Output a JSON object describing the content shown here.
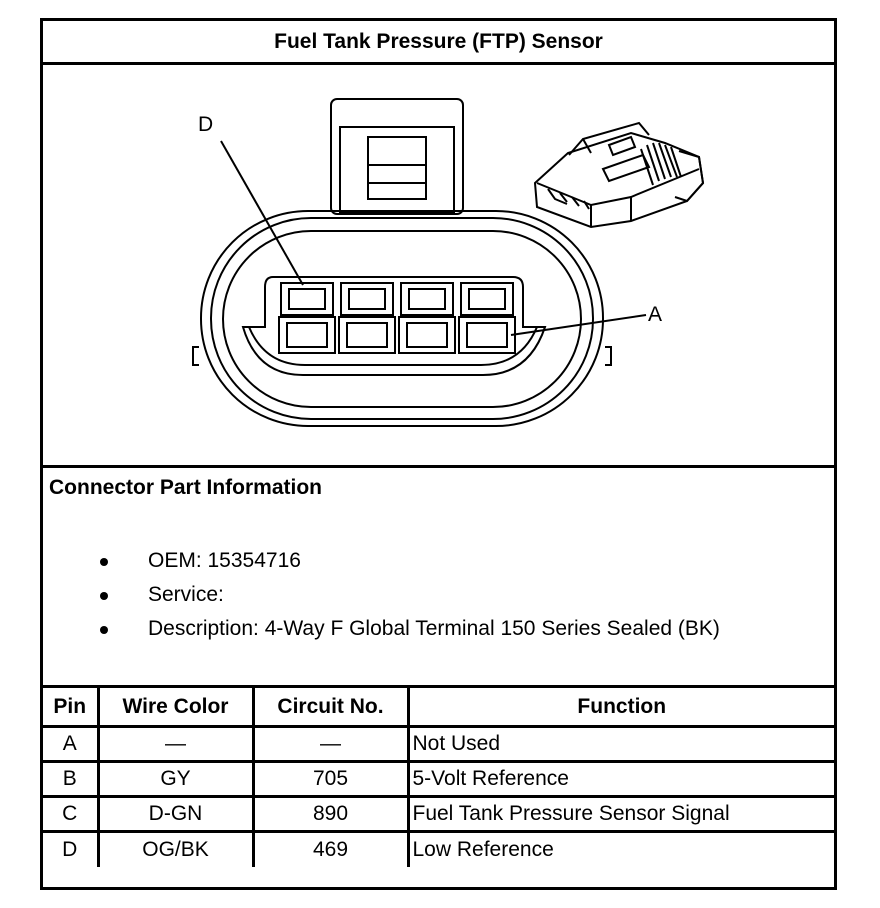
{
  "title": "Fuel Tank Pressure (FTP) Sensor",
  "diagram": {
    "pin_labels": {
      "d": "D",
      "a": "A"
    }
  },
  "connector_info": {
    "heading": "Connector Part Information",
    "items": [
      "OEM: 15354716",
      "Service:",
      "Description: 4-Way F Global Terminal 150 Series Sealed (BK)"
    ]
  },
  "table": {
    "headers": [
      "Pin",
      "Wire Color",
      "Circuit No.",
      "Function"
    ],
    "rows": [
      [
        "A",
        "—",
        "—",
        "Not Used"
      ],
      [
        "B",
        "GY",
        "705",
        "5-Volt Reference"
      ],
      [
        "C",
        "D-GN",
        "890",
        "Fuel Tank Pressure Sensor Signal"
      ],
      [
        "D",
        "OG/BK",
        "469",
        "Low Reference"
      ]
    ]
  }
}
